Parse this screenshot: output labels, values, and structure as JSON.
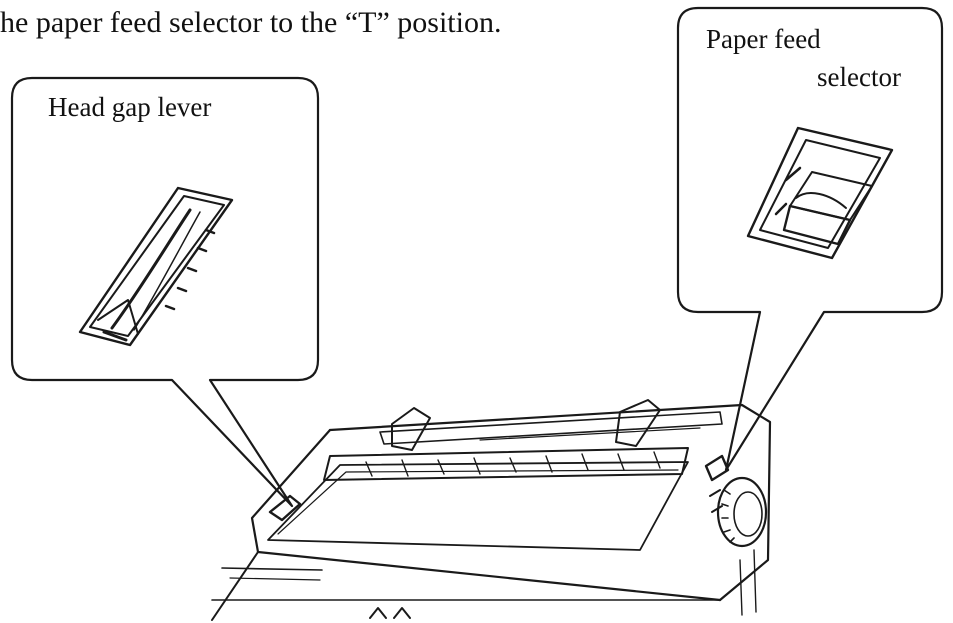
{
  "caption": "he paper feed selector to the “T” position.",
  "callouts": {
    "head_gap_lever": "Head gap lever",
    "paper_feed_line1": "Paper feed",
    "paper_feed_line2": "selector"
  },
  "colors": {
    "ink": "#1a1a1a",
    "paper": "#ffffff"
  }
}
